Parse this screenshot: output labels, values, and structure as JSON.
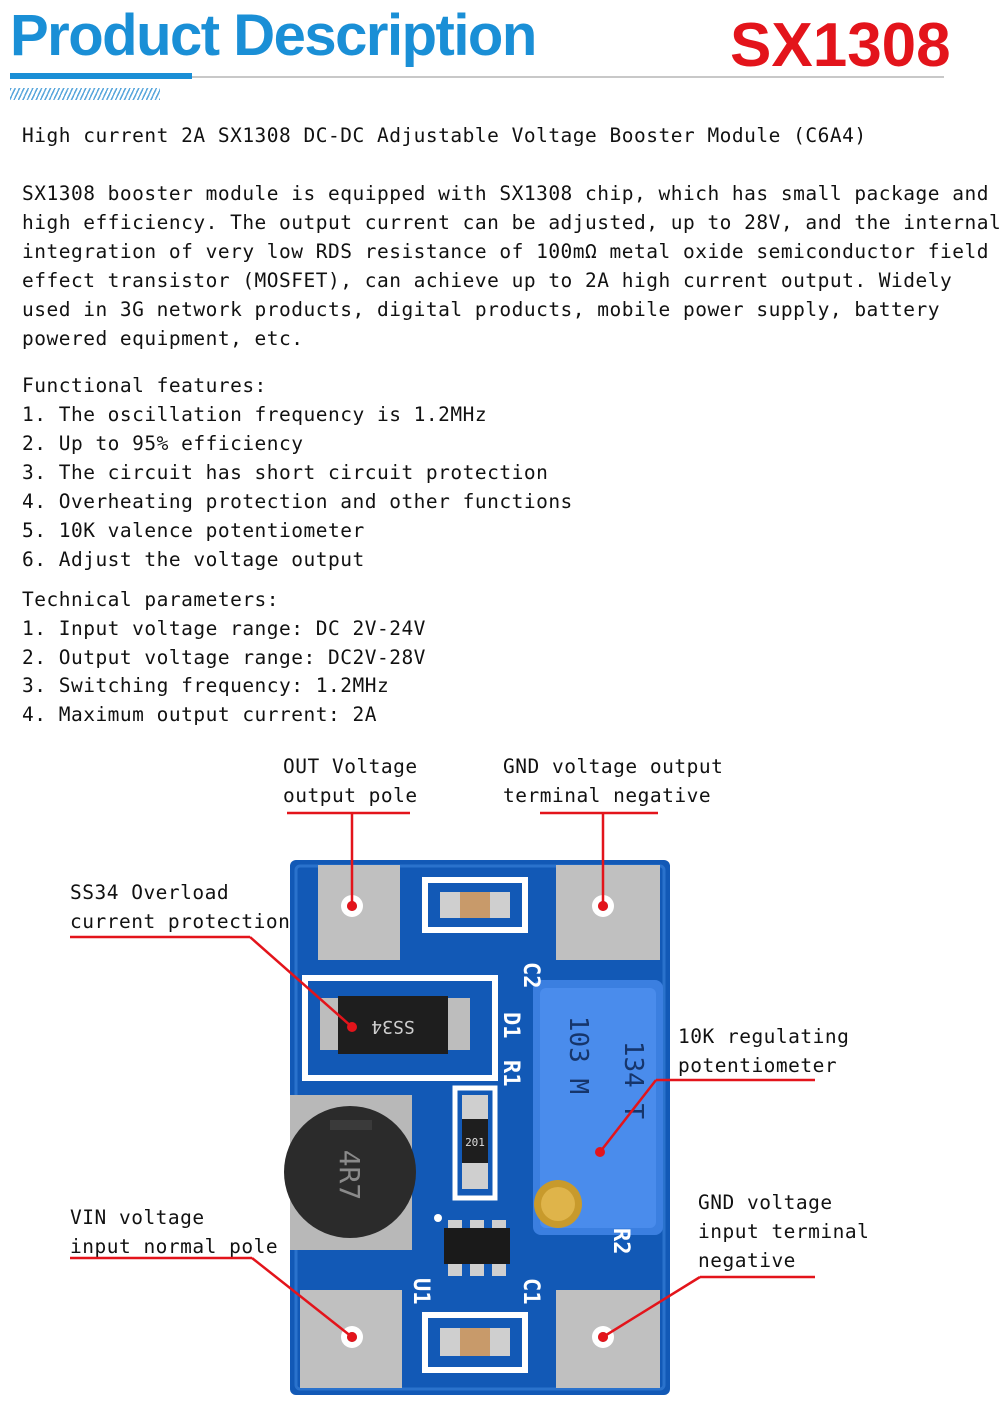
{
  "header": {
    "title": "Product Description",
    "model": "SX1308"
  },
  "intro": {
    "headline": "High current 2A SX1308 DC-DC Adjustable Voltage Booster Module (C6A4)",
    "paragraph": [
      "SX1308 booster module is equipped with SX1308 chip, which has small package and",
      "high efficiency. The output current can be adjusted, up to 28V, and the internal",
      "integration of very low RDS resistance of 100mΩ metal oxide semiconductor field",
      "effect transistor (MOSFET), can achieve up to 2A high current output. Widely",
      "used in 3G network products, digital products, mobile power supply, battery",
      "powered equipment, etc."
    ]
  },
  "features": {
    "heading": "Functional features:",
    "items": [
      "1. The oscillation frequency is 1.2MHz",
      "2. Up to 95% efficiency",
      "3. The circuit has short circuit protection",
      "4. Overheating protection and other functions",
      "5. 10K valence potentiometer",
      "6. Adjust the voltage output"
    ]
  },
  "parameters": {
    "heading": "Technical parameters:",
    "items": [
      "1. Input voltage range: DC 2V-24V",
      "2. Output voltage range: DC2V-28V",
      "3. Switching frequency: 1.2MHz",
      "4. Maximum output current: 2A"
    ]
  },
  "diagram": {
    "labels": {
      "out_pole": [
        "OUT Voltage",
        "output pole"
      ],
      "gnd_out": [
        "GND voltage output",
        "terminal negative"
      ],
      "ss34": [
        "SS34 Overload",
        "current protection"
      ],
      "pot": [
        "10K regulating",
        "potentiometer"
      ],
      "vin": [
        "VIN voltage",
        "input normal pole"
      ],
      "gnd_in": [
        "GND voltage",
        "input terminal",
        "negative"
      ]
    },
    "silkscreen": {
      "c2": "C2",
      "d1": "D1",
      "r1": "R1",
      "r2": "R2",
      "u1": "U1",
      "c1": "C1"
    },
    "part_markings": {
      "diode": "SS34",
      "inductor": "4R7",
      "resistor": "201",
      "pot_line1": "134 T",
      "pot_line2": "103 M"
    },
    "colors": {
      "pcb": "#1259b6",
      "pad": "#c0c0c0",
      "leader": "#e3141b",
      "pot": "#3b7fe0",
      "inductor": "#2b2b2b"
    }
  }
}
